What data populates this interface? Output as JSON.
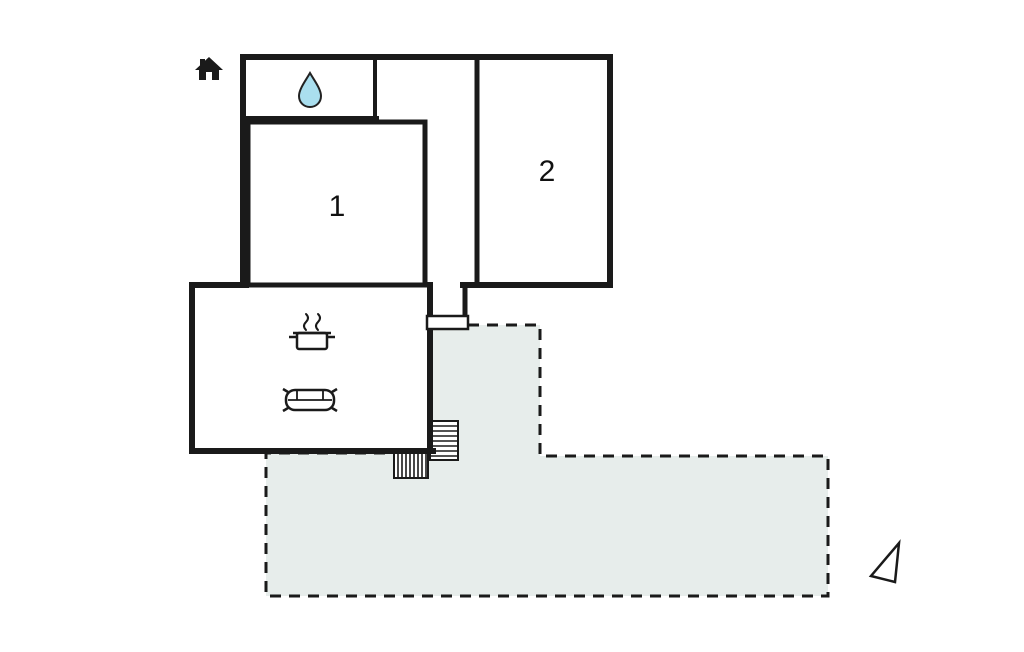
{
  "title": "holiday-home-floor-plan",
  "colors": {
    "wall": "#1a1a1a",
    "terrace_fill": "#e7edeb",
    "terrace_border": "#1a1a1a",
    "water_drop_fill": "#aadfef",
    "background": "#ffffff",
    "label": "#111111"
  },
  "rooms": [
    {
      "id": "room-1",
      "label": "1"
    },
    {
      "id": "room-2",
      "label": "2"
    }
  ],
  "features": {
    "entrance_door": "door-symbol",
    "outdoor_stairs": "stairs-symbol",
    "terrace": "terrace-area"
  },
  "icons": [
    {
      "name": "house-icon",
      "meaning": "building / main entrance marker"
    },
    {
      "name": "water-drop-icon",
      "meaning": "bathroom / wet room"
    },
    {
      "name": "cooking-pot-icon",
      "meaning": "kitchen"
    },
    {
      "name": "sofa-icon",
      "meaning": "living room"
    },
    {
      "name": "north-arrow-icon",
      "meaning": "orientation arrow"
    }
  ]
}
